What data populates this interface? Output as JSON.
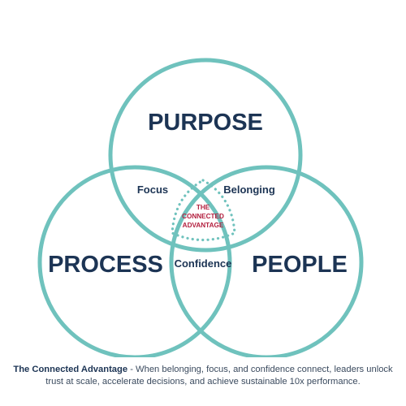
{
  "diagram": {
    "circles": [
      {
        "label": "PURPOSE"
      },
      {
        "label": "PROCESS"
      },
      {
        "label": "PEOPLE"
      }
    ],
    "overlaps": {
      "purpose_process": "Focus",
      "purpose_people": "Belonging",
      "process_people": "Confidence"
    },
    "center": {
      "line1": "THE",
      "line2": "CONNECTED",
      "line3": "ADVANTAGE"
    }
  },
  "caption": {
    "title": "The Connected Advantage",
    "text": " - When belonging, focus, and confidence connect, leaders unlock trust at scale, accelerate decisions, and achieve sustainable 10x performance."
  },
  "colors": {
    "circle_stroke": "#6fc2bd",
    "label_navy": "#1c3454",
    "center_red": "#b3203f"
  }
}
